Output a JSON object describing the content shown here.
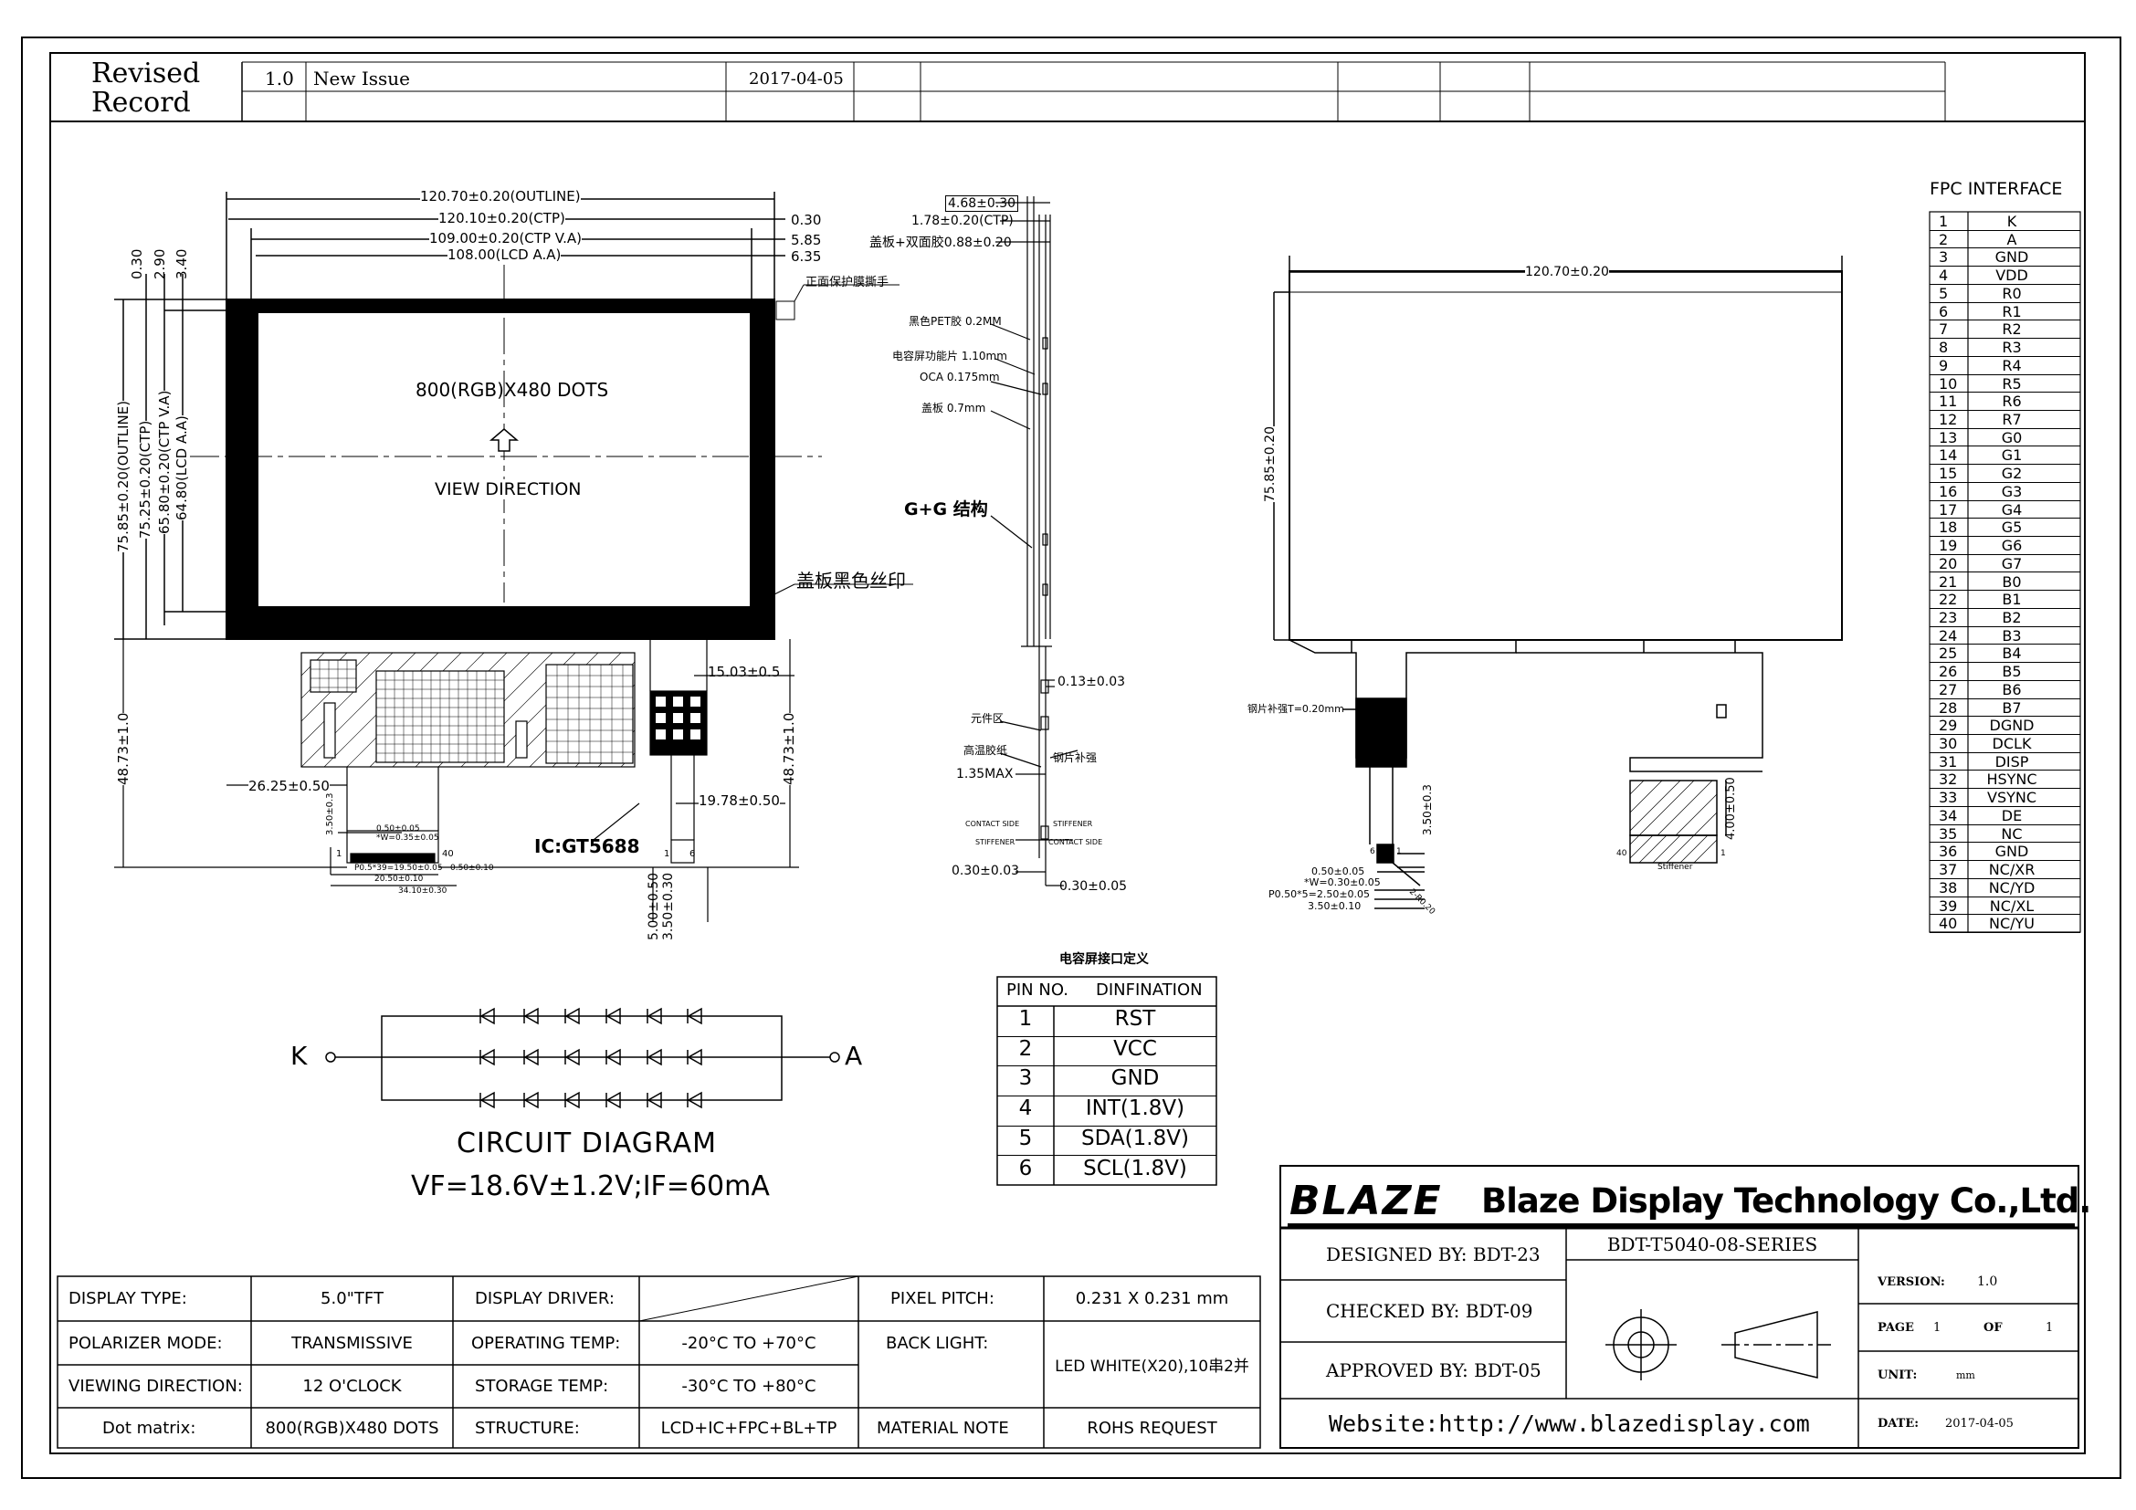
{
  "revision": {
    "title_line1": "Revised",
    "title_line2": "Record",
    "version": "1.0",
    "description": "New Issue",
    "date": "2017-04-05"
  },
  "front_view": {
    "dim_outline_w": "120.70±0.20(OUTLINE)",
    "dim_ctp_w": "120.10±0.20(CTP)",
    "dim_ctp_va_w": "109.00±0.20(CTP V.A)",
    "dim_lcd_aa_w": "108.00(LCD A.A)",
    "dim_r1": "0.30",
    "dim_r2": "5.85",
    "dim_r3": "6.35",
    "dim_l1": "0.30",
    "dim_l2": "2.90",
    "dim_l3": "3.40",
    "dim_outline_h": "75.85±0.20(OUTLINE)",
    "dim_ctp_h": "75.25±0.20(CTP)",
    "dim_ctp_va_h": "65.80±0.20(CTP V.A)",
    "dim_lcd_aa_h": "64.80(LCD A.A)",
    "dots": "800(RGB)X480 DOTS",
    "view_direction": "VIEW DIRECTION",
    "protect_film": "正面保护膜撕手",
    "cover_print": "盖板黑色丝印",
    "dim_15": "15.03±0.5",
    "dim_26": "26.25±0.50",
    "dim_19": "19.78±0.50",
    "dim_48_left": "48.73±1.0",
    "dim_48_right": "48.73±1.0",
    "ic_label": "IC:GT5688",
    "dim_5": "5.00±0.50",
    "dim_35": "3.50±0.30",
    "dim_350": "3.50±0.3",
    "fpc_pitch_a": "0.50±0.05",
    "fpc_pitch_b": "*W=0.35±0.05",
    "fpc_pitch_c": "P0.5*39=19.50±0.05",
    "fpc_pitch_d": "0.50±0.10",
    "fpc_pitch_e": "20.50±0.10",
    "fpc_pitch_f": "34.10±0.30",
    "fpc_pin_1": "1",
    "fpc_pin_40": "40",
    "ctp_pin_1": "1",
    "ctp_pin_6": "6"
  },
  "side_view": {
    "d1": "4.68±0.30",
    "d2": "1.78±0.20(CTP)",
    "d3": "盖板+双面胶0.88±0.20",
    "l1": "黑色PET胶 0.2MM",
    "l2": "电容屏功能片 1.10mm",
    "l3": "OCA 0.175mm",
    "l4": "盖板 0.7mm",
    "gg": "G+G 结构",
    "d4": "0.13±0.03",
    "l5": "元件区",
    "l6": "高温胶纸",
    "l7": "钢片补强",
    "d5": "1.35MAX",
    "c1": "CONTACT SIDE",
    "c2": "STIFFENER",
    "c3": "STIFFENER",
    "c4": "CONTACT SIDE",
    "d6": "0.30±0.03",
    "d7": "0.30±0.05"
  },
  "back_view": {
    "width": "120.70±0.20",
    "height": "75.85±0.20",
    "steel": "钢片补强T=0.20mm",
    "d1": "3.50±0.3",
    "d2": "4.00±0.50",
    "d3": "0.50±0.05",
    "d4": "*W=0.30±0.05",
    "d5": "P0.50*5=2.50±0.05",
    "d6": "3.50±0.10",
    "stiffener": "Stiffener",
    "pin6": "6",
    "pin1": "1",
    "pin40": "40",
    "pin1b": "1",
    "ang": "2-R0.20"
  },
  "fpc_interface": {
    "title": "FPC INTERFACE",
    "rows": [
      [
        "1",
        "K"
      ],
      [
        "2",
        "A"
      ],
      [
        "3",
        "GND"
      ],
      [
        "4",
        "VDD"
      ],
      [
        "5",
        "R0"
      ],
      [
        "6",
        "R1"
      ],
      [
        "7",
        "R2"
      ],
      [
        "8",
        "R3"
      ],
      [
        "9",
        "R4"
      ],
      [
        "10",
        "R5"
      ],
      [
        "11",
        "R6"
      ],
      [
        "12",
        "R7"
      ],
      [
        "13",
        "G0"
      ],
      [
        "14",
        "G1"
      ],
      [
        "15",
        "G2"
      ],
      [
        "16",
        "G3"
      ],
      [
        "17",
        "G4"
      ],
      [
        "18",
        "G5"
      ],
      [
        "19",
        "G6"
      ],
      [
        "20",
        "G7"
      ],
      [
        "21",
        "B0"
      ],
      [
        "22",
        "B1"
      ],
      [
        "23",
        "B2"
      ],
      [
        "24",
        "B3"
      ],
      [
        "25",
        "B4"
      ],
      [
        "26",
        "B5"
      ],
      [
        "27",
        "B6"
      ],
      [
        "28",
        "B7"
      ],
      [
        "29",
        "DGND"
      ],
      [
        "30",
        "DCLK"
      ],
      [
        "31",
        "DISP"
      ],
      [
        "32",
        "HSYNC"
      ],
      [
        "33",
        "VSYNC"
      ],
      [
        "34",
        "DE"
      ],
      [
        "35",
        "NC"
      ],
      [
        "36",
        "GND"
      ],
      [
        "37",
        "NC/XR"
      ],
      [
        "38",
        "NC/YD"
      ],
      [
        "39",
        "NC/XL"
      ],
      [
        "40",
        "NC/YU"
      ]
    ]
  },
  "ctp_interface": {
    "title": "电容屏接口定义",
    "col_pin": "PIN NO.",
    "col_def": "DINFINATION",
    "rows": [
      [
        "1",
        "RST"
      ],
      [
        "2",
        "VCC"
      ],
      [
        "3",
        "GND"
      ],
      [
        "4",
        "INT(1.8V)"
      ],
      [
        "5",
        "SDA(1.8V)"
      ],
      [
        "6",
        "SCL(1.8V)"
      ]
    ]
  },
  "circuit": {
    "k": "K",
    "a": "A",
    "title": "CIRCUIT DIAGRAM",
    "spec": "VF=18.6V±1.2V;IF=60mA"
  },
  "specs": {
    "display_type_label": "DISPLAY TYPE:",
    "display_type_value": "5.0\"TFT",
    "display_driver_label": "DISPLAY DRIVER:",
    "display_driver_value": "",
    "pixel_pitch_label": "PIXEL PITCH:",
    "pixel_pitch_value": "0.231 X 0.231 mm",
    "polarizer_label": "POLARIZER MODE:",
    "polarizer_value": "TRANSMISSIVE",
    "op_temp_label": "OPERATING TEMP:",
    "op_temp_value": "-20°C TO +70°C",
    "backlight_label": "BACK LIGHT:",
    "backlight_value": "LED WHITE(X20),10串2并",
    "viewing_label": "VIEWING DIRECTION:",
    "viewing_value": "12 O'CLOCK",
    "storage_label": "STORAGE TEMP:",
    "storage_value": "-30°C TO +80°C",
    "dotmatrix_label": "Dot matrix:",
    "dotmatrix_value": "800(RGB)X480 DOTS",
    "structure_label": "STRUCTURE:",
    "structure_value": "LCD+IC+FPC+BL+TP",
    "material_label": "MATERIAL NOTE",
    "material_value": "ROHS REQUEST"
  },
  "title_block": {
    "logo": "BLAZE",
    "company": "Blaze Display Technology Co.,Ltd.",
    "designed": "DESIGNED BY: BDT-23",
    "checked": "CHECKED BY:  BDT-09",
    "approved": "APPROVED BY: BDT-05",
    "part_no": "BDT-T5040-08-SERIES",
    "version_label": "VERSION:",
    "version_value": "1.0",
    "page_label": "PAGE",
    "page_num": "1",
    "of_label": "OF",
    "page_total": "1",
    "unit_label": "UNIT:",
    "unit_value": "mm",
    "website": "Website:http://www.blazedisplay.com",
    "date_label": "DATE:",
    "date_value": "2017-04-05"
  }
}
